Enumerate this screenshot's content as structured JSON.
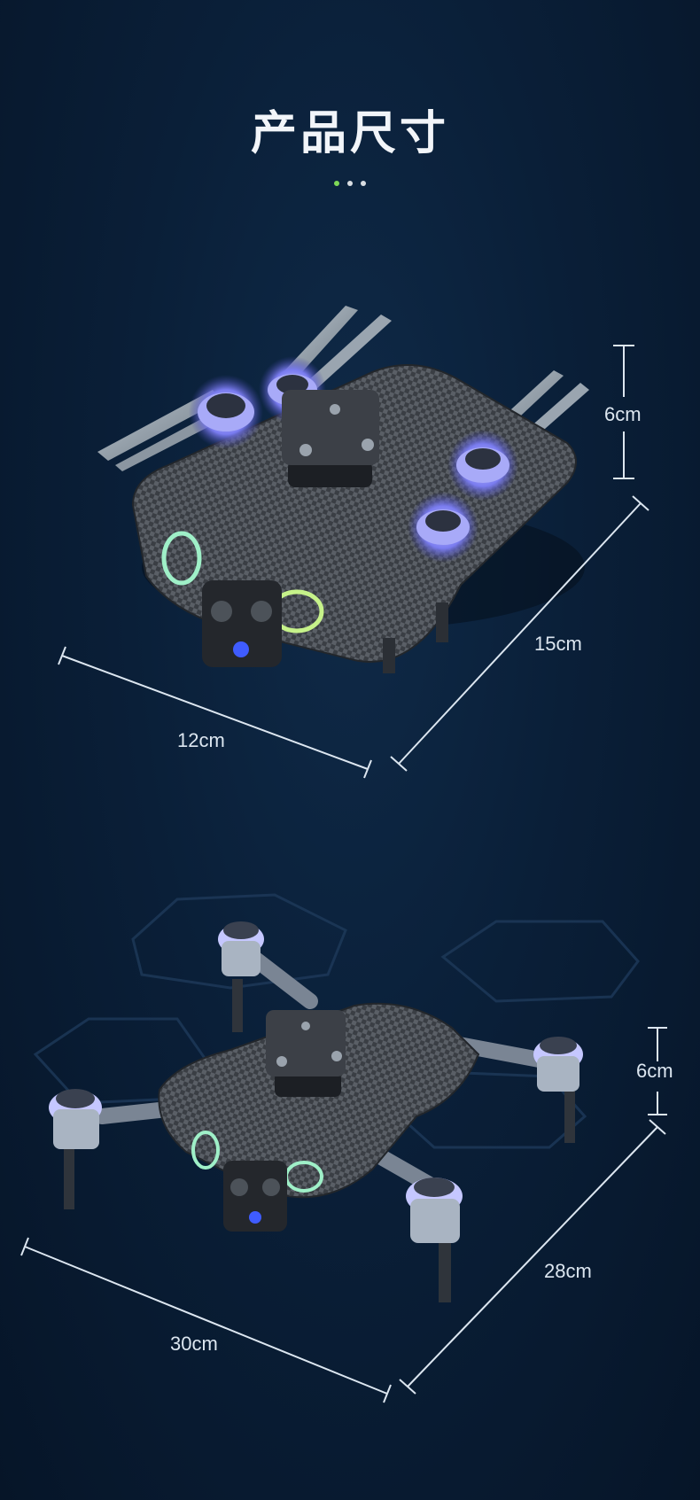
{
  "header": {
    "title": "产品尺寸",
    "dots": [
      "#7ed957",
      "#d9dde2",
      "#d9dde2"
    ]
  },
  "folded_view": {
    "height": "6cm",
    "length": "15cm",
    "width": "12cm"
  },
  "unfolded_view": {
    "height": "6cm",
    "length": "28cm",
    "width": "30cm"
  },
  "colors": {
    "background": "#0a1f38",
    "accent_green": "#7ed957",
    "led_blue": "#8a8cff",
    "led_mint": "#9ff0c8"
  }
}
